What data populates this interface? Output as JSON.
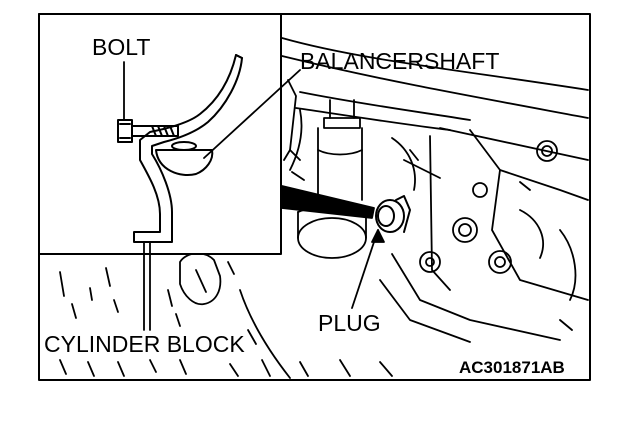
{
  "labels": {
    "bolt": "BOLT",
    "balancer_shaft": "BALANCERSHAFT",
    "plug": "PLUG",
    "cylinder_block": "CYLINDER BLOCK",
    "figure_code": "AC301871AB"
  },
  "colors": {
    "line": "#000000",
    "background": "#ffffff"
  }
}
